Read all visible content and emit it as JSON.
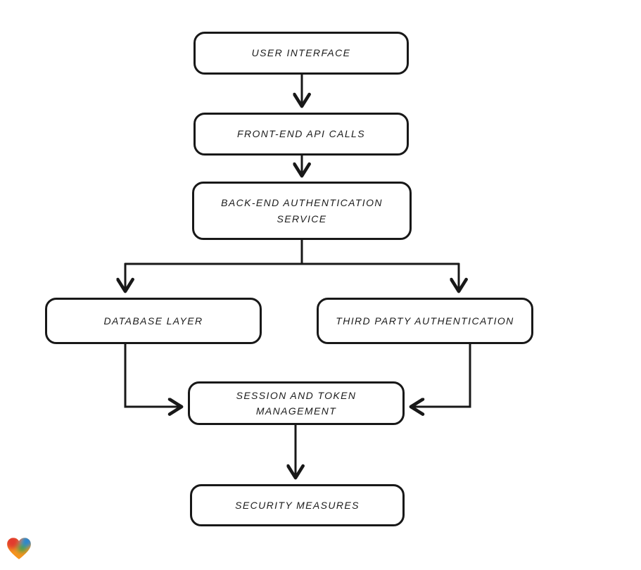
{
  "diagram": {
    "type": "flowchart",
    "style": "hand-drawn",
    "nodes": [
      {
        "id": "user-interface",
        "label": "USER INTERFACE"
      },
      {
        "id": "front-end-api-calls",
        "label": "FRONT-END API CALLS"
      },
      {
        "id": "back-end-authentication-service",
        "label": "BACK-END AUTHENTICATION\nSERVICE"
      },
      {
        "id": "database-layer",
        "label": "DATABASE LAYER"
      },
      {
        "id": "third-party-authentication",
        "label": "THIRD PARTY AUTHENTICATION"
      },
      {
        "id": "session-and-token-management",
        "label": "SESSION AND TOKEN\nMANAGEMENT"
      },
      {
        "id": "security-measures",
        "label": "SECURITY MEASURES"
      }
    ],
    "edges": [
      {
        "from": "user-interface",
        "to": "front-end-api-calls"
      },
      {
        "from": "front-end-api-calls",
        "to": "back-end-authentication-service"
      },
      {
        "from": "back-end-authentication-service",
        "to": "database-layer"
      },
      {
        "from": "back-end-authentication-service",
        "to": "third-party-authentication"
      },
      {
        "from": "database-layer",
        "to": "session-and-token-management"
      },
      {
        "from": "third-party-authentication",
        "to": "session-and-token-management"
      },
      {
        "from": "session-and-token-management",
        "to": "security-measures"
      }
    ],
    "colors": {
      "stroke": "#181818",
      "node_fill": "#ffffff",
      "background": "#ffffff"
    },
    "logo": {
      "icon": "heart-logo",
      "colors": {
        "red": "#e23b2e",
        "blue": "#2a86d2",
        "green": "#43a047",
        "orange": "#f7941d"
      }
    }
  }
}
